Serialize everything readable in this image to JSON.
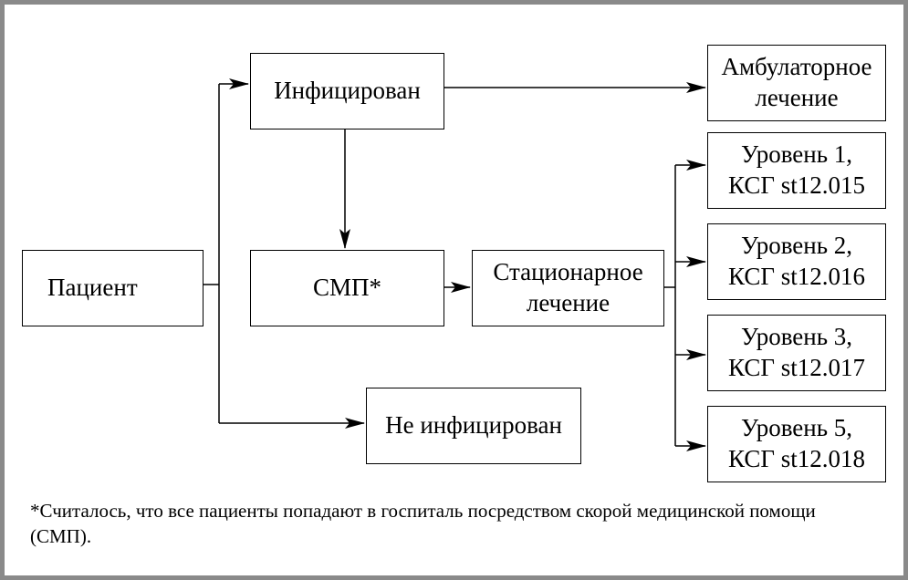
{
  "nodes": {
    "patient": "Пациент",
    "infected": "Инфицирован",
    "not_infected": "Не инфицирован",
    "smp": "СМП*",
    "inpatient": "Стационарное\nлечение",
    "outpatient": "Амбулаторное\nлечение",
    "level1": "Уровень 1,\nКСГ st12.015",
    "level2": "Уровень 2,\nКСГ st12.016",
    "level3": "Уровень 3,\nКСГ st12.017",
    "level5": "Уровень 5,\nКСГ st12.018"
  },
  "footnote": "*Считалось, что все пациенты попадают в госпиталь посредством скорой медицинской помощи (СМП).",
  "colors": {
    "line": "#000000",
    "frame": "#8a8a8a"
  }
}
